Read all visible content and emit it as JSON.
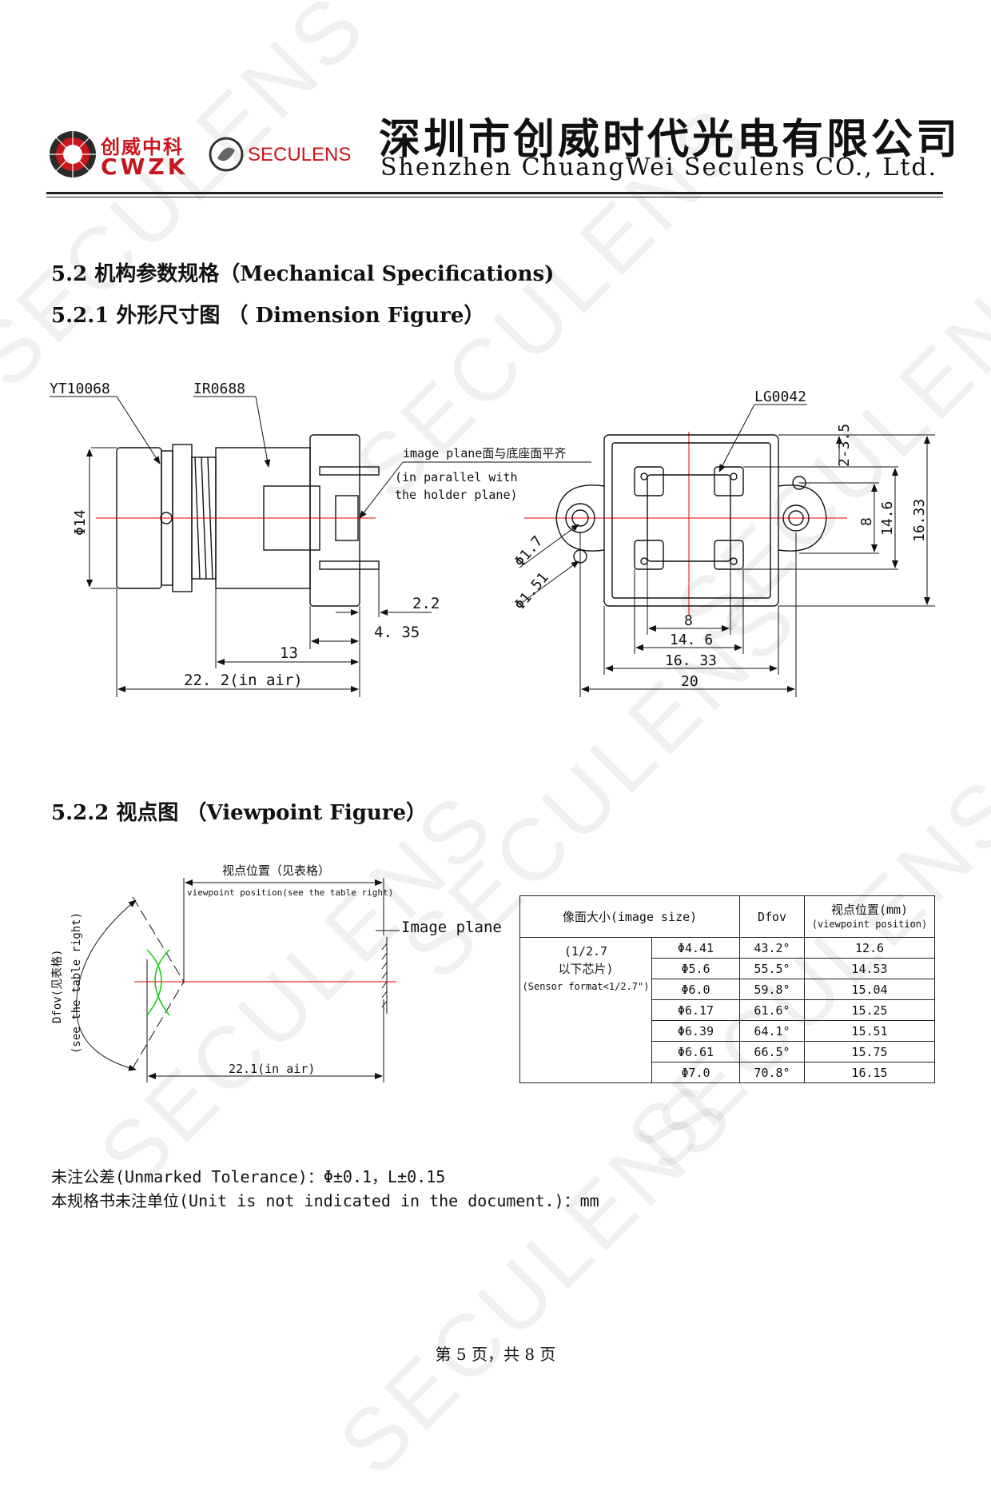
{
  "header": {
    "logo_cn": "创威中科",
    "logo_en": "CWZK",
    "brand": "SECULENS",
    "company_cn": "深圳市创威时代光电有限公司",
    "company_en": "Shenzhen ChuangWei Seculens CO., Ltd."
  },
  "watermark": "SECULENS",
  "sections": {
    "s52": "5.2 机构参数规格（Mechanical Specifications)",
    "s521": "5.2.1 外形尺寸图 （ Dimension Figure）",
    "s522": "5.2.2 视点图 （Viewpoint Figure）"
  },
  "dimension_figure": {
    "label_lens": "YT10068",
    "label_ir": "IR0688",
    "label_holder": "LG0042",
    "plane_note_1": "image plane面与底座面平齐",
    "plane_note_2": "(in parallel with",
    "plane_note_3": "the holder plane)",
    "dia14": "Φ14",
    "d2_2": "2.2",
    "d4_35": "4. 35",
    "d13": "13",
    "d22_2": "22. 2(in air)",
    "dia1_7": "Φ1.7",
    "dia1_51": "Φ1.51",
    "r2_3_5": "2-3.5",
    "r8": "8",
    "r14_6": "14.6",
    "r16_33": "16.33",
    "b8": "8",
    "b14_6": "14. 6",
    "b16_33": "16. 33",
    "b20": "20"
  },
  "viewpoint_figure": {
    "pos_cn": "视点位置（见表格）",
    "pos_en": "viewpoint position(see the table right)",
    "image_plane": "Image plane",
    "dfov_cn": "Dfov(见表格)",
    "dfov_en": "(see the table right)",
    "dist": "22.1(in air)"
  },
  "table": {
    "h_size": "像面大小(image size)",
    "h_dfov": "Dfov",
    "h_vp": "视点位置(mm)",
    "h_vp_en": "(viewpoint position)",
    "group_1": "(1/2.7",
    "group_2": "以下芯片)",
    "group_3": "(Sensor format<1/2.7\")",
    "rows": [
      {
        "size": "Φ4.41",
        "dfov": "43.2°",
        "vp": "12.6"
      },
      {
        "size": "Φ5.6",
        "dfov": "55.5°",
        "vp": "14.53"
      },
      {
        "size": "Φ6.0",
        "dfov": "59.8°",
        "vp": "15.04"
      },
      {
        "size": "Φ6.17",
        "dfov": "61.6°",
        "vp": "15.25"
      },
      {
        "size": "Φ6.39",
        "dfov": "64.1°",
        "vp": "15.51"
      },
      {
        "size": "Φ6.61",
        "dfov": "66.5°",
        "vp": "15.75"
      },
      {
        "size": "Φ7.0",
        "dfov": "70.8°",
        "vp": "16.15"
      }
    ]
  },
  "notes": {
    "tolerance": "未注公差(Unmarked Tolerance)：Φ±0.1，L±0.15",
    "unit": "本规格书未注单位(Unit is not indicated in the document.)：mm"
  },
  "footer": "第 5 页，共 8 页"
}
